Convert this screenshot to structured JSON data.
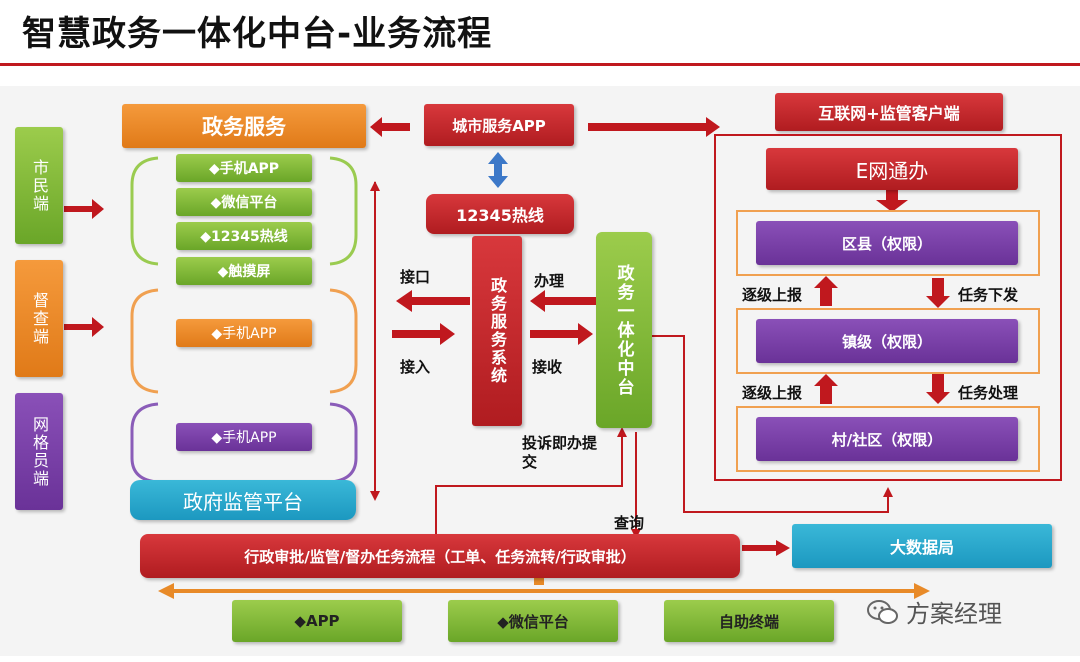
{
  "title": "智慧政务一体化中台-业务流程",
  "left_ends": {
    "citizen": "市民端",
    "inspector": "督查端",
    "grid": "网格员端"
  },
  "gov_service": "政务服务",
  "channels": {
    "mobile_app": "◆手机APP",
    "wechat": "◆微信平台",
    "hotline": "◆12345热线",
    "touch": "◆触摸屏",
    "mobile_app_2": "◆手机APP",
    "mobile_app_3": "◆手机APP"
  },
  "gov_supervision": "政府监管平台",
  "city_app": "城市服务APP",
  "hotline_12345": "12345热线",
  "service_system": "政务服务系统",
  "middle_platform": "政务一体化中台",
  "labels": {
    "interface": "接口",
    "access": "接入",
    "handle": "办理",
    "receive": "接收",
    "complaint": "投诉即办提交",
    "query": "查询"
  },
  "internet_client": "互联网+监管客户端",
  "e_net": "E网通办",
  "levels": {
    "county": "区县（权限）",
    "town": "镇级（权限）",
    "village": "村/社区（权限）"
  },
  "level_arrows": {
    "report_up_1": "逐级上报",
    "task_down": "任务下发",
    "report_up_2": "逐级上报",
    "task_handle": "任务处理"
  },
  "workflow": "行政审批/监管/督办任务流程（工单、任务流转/行政审批）",
  "big_data": "大数据局",
  "bottom": {
    "app": "◆APP",
    "wechat": "◆微信平台",
    "kiosk": "自助终端"
  },
  "watermark": "方案经理",
  "colors": {
    "red": "#c0181e",
    "orange": "#e88a28",
    "green": "#7cb83a",
    "purple": "#7440a8",
    "cyan": "#2aaad0"
  }
}
